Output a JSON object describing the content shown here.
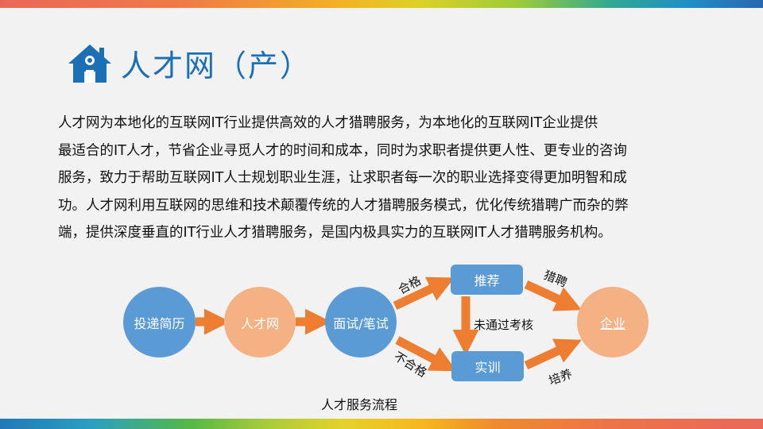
{
  "header": {
    "title": "人才网（产）",
    "icon": "house-icon"
  },
  "body": {
    "lines": [
      "人才网为本地化的互联网IT行业提供高效的人才猎聘服务，为本地化的互联网IT企业提供",
      "最适合的IT人才，节省企业寻觅人才的时间和成本，同时为求职者提供更人性、更专业的咨询",
      "服务，致力于帮助互联网IT人士规划职业生涯，让求职者每一次的职业选择变得更加明智和成",
      "功。人才网利用互联网的思维和技术颠覆传统的人才猎聘服务模式，优化传统猎聘广而杂的弊",
      "端，提供深度垂直的IT行业人才猎聘服务，是国内极具实力的互联网IT人才猎聘服务机构。"
    ]
  },
  "flow": {
    "nodes": {
      "resume": "投递简历",
      "platform": "人才网",
      "interview": "面试/笔试",
      "recommend": "推荐",
      "training": "实训",
      "enterprise": "企业"
    },
    "edges": {
      "pass": "合格",
      "fail": "不合格",
      "hunt": "猎聘",
      "not_passed": "未通过考核",
      "cultivate": "培养"
    },
    "caption": "人才服务流程",
    "colors": {
      "blue": "#5b9bd5",
      "peach": "#f4b183",
      "arrow": "#ed7d31",
      "title": "#1a6fb5"
    }
  }
}
